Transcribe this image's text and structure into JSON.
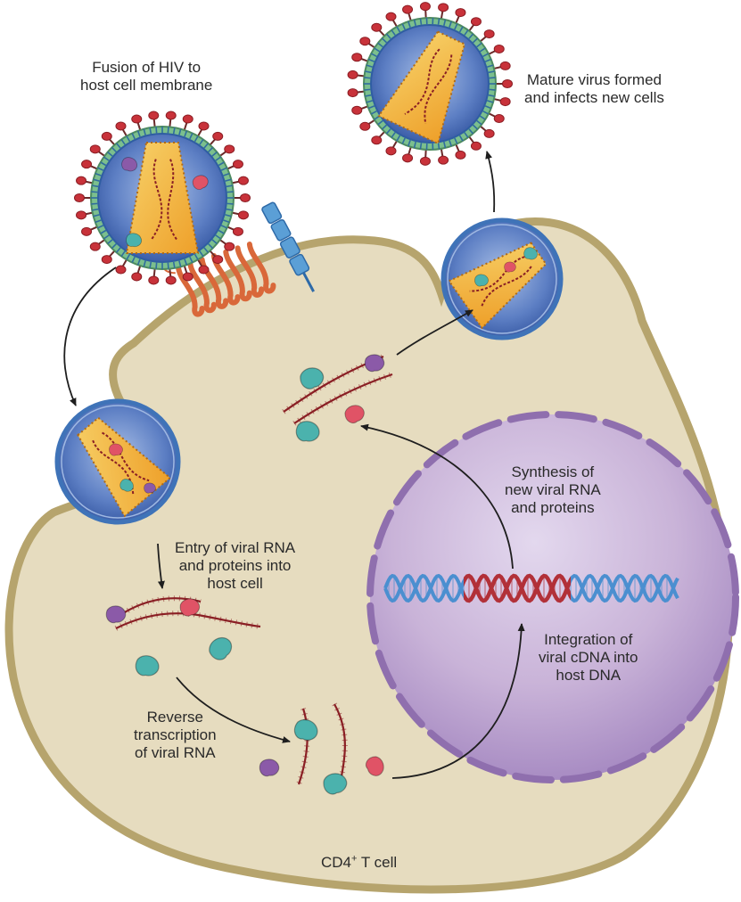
{
  "labels": {
    "fusion": [
      "Fusion of HIV to",
      "host cell membrane"
    ],
    "mature": [
      "Mature virus formed",
      "and infects new cells"
    ],
    "synthesis": [
      "Synthesis of",
      "new viral RNA",
      "and proteins"
    ],
    "entry": [
      "Entry of viral RNA",
      "and proteins into",
      "host cell"
    ],
    "integration": [
      "Integration of",
      "viral cDNA into",
      "host DNA"
    ],
    "reverse": [
      "Reverse",
      "transcription",
      "of viral RNA"
    ],
    "cell_prefix": "CD4",
    "cell_sup": "+",
    "cell_suffix": " T cell"
  },
  "colors": {
    "cytoplasm": "#e6dcbf",
    "membrane": "#b6a46d",
    "nucleus": "#c9b3d8",
    "nuclear_envelope": "#8f6fae",
    "virus_envelope_blue": "#3f73b8",
    "virus_spike_red": "#c8323a",
    "virus_matrix_green": "#7bbf8e",
    "capsid": "#f2b33a",
    "viral_rna": "#8a1f24",
    "protein_teal": "#4bb2ad",
    "protein_purple": "#8b5aa8",
    "protein_pink": "#e05366",
    "receptor_orange": "#d9683a",
    "coreceptor_blue": "#5b9fd6",
    "dna_blue": "#4b8fd0",
    "dna_red": "#b23038"
  }
}
